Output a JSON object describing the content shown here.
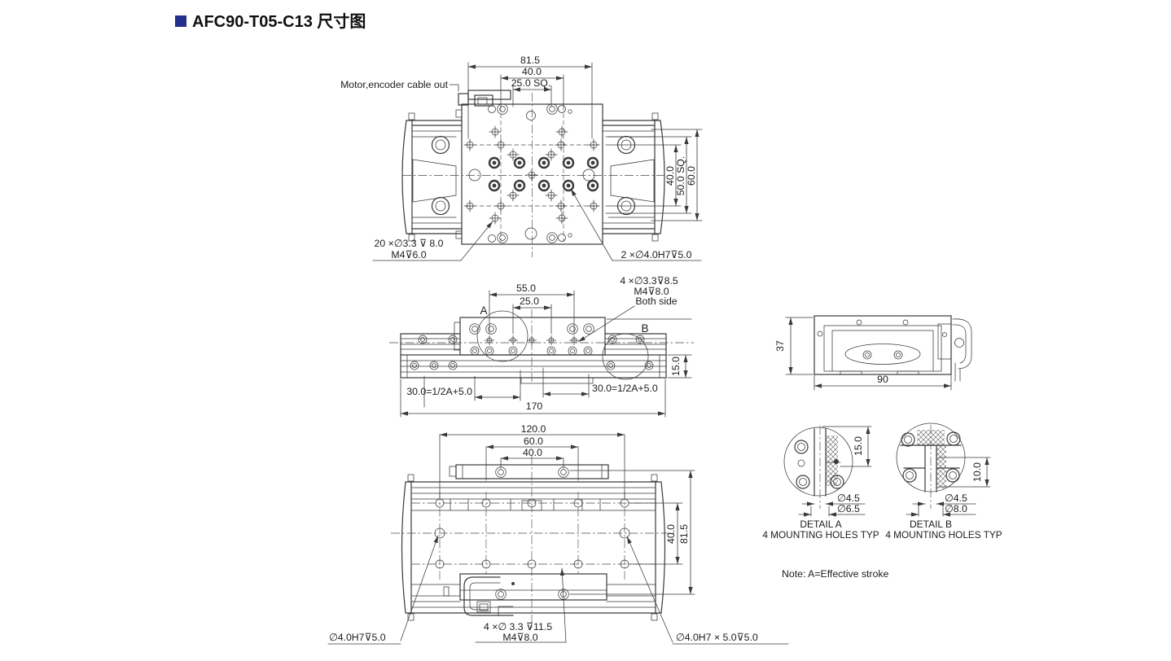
{
  "title": {
    "text": "AFC90-T05-C13 尺寸图"
  },
  "colors": {
    "accent": "#23308c",
    "line": "#3a3a3a"
  },
  "labels": {
    "motor_cable_out": "Motor,encoder cable out",
    "note": "Note: A=Effective stroke"
  },
  "top_view": {
    "dim_815": "81.5",
    "dim_400": "40.0",
    "dim_250sq": "25.0 SQ.",
    "dim_v400": "40.0",
    "dim_v500sq": "50.0 SQ.",
    "dim_v600": "60.0",
    "ann_20_line1": "20 ×∅3.3 ⊽ 8.0",
    "ann_20_line2": "M4⊽6.0",
    "ann_dowel": "2 ×∅4.0H7⊽5.0"
  },
  "front_view": {
    "dim_550": "55.0",
    "dim_250": "25.0",
    "dim_30_left": "30.0=1/2A+5.0",
    "dim_30_right": "30.0=1/2A+5.0",
    "dim_170": "170",
    "dim_150": "15.0",
    "ann_line1": "4 ×∅3.3⊽8.5",
    "ann_line2": "M4⊽8.0",
    "ann_line3": "Both side",
    "detail_a_label": "A",
    "detail_b_label": "B"
  },
  "side_view": {
    "dim_37": "37",
    "dim_90": "90"
  },
  "bottom_view": {
    "dim_1200": "120.0",
    "dim_600": "60.0",
    "dim_400": "40.0",
    "dim_v400": "40.0",
    "dim_v815": "81.5",
    "ann_left": "∅4.0H7⊽5.0",
    "ann_mid_line1": "4 ×∅ 3.3 ⊽11.5",
    "ann_mid_line2": "M4⊽8.0",
    "ann_right": "∅4.0H7 × 5.0⊽5.0"
  },
  "detail_a": {
    "name": "DETAIL A",
    "sub": "4 MOUNTING HOLES TYP",
    "dim_150": "15.0",
    "dia_45": "∅4.5",
    "dia_65": "∅6.5"
  },
  "detail_b": {
    "name": "DETAIL B",
    "sub": "4 MOUNTING HOLES TYP",
    "dim_100": "10.0",
    "dia_45": "∅4.5",
    "dia_80": "∅8.0"
  }
}
